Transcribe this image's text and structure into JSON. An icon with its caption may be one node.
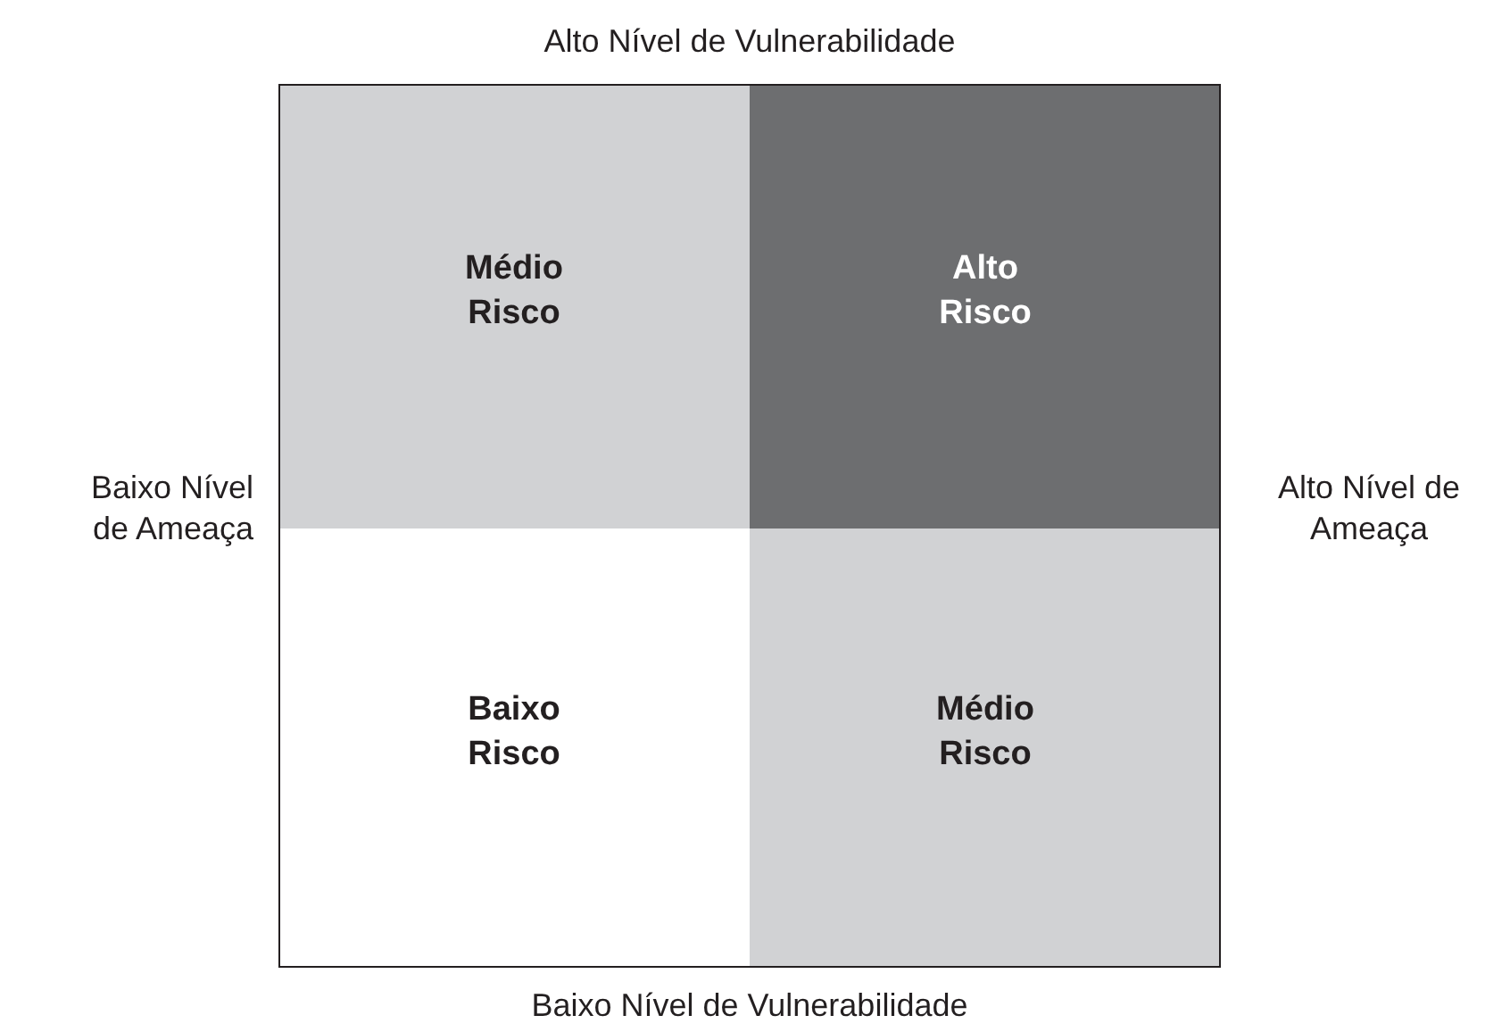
{
  "diagram": {
    "nodes": [
      {
        "text": [
          "Médio Risco"
        ]
      },
      {
        "text": [
          "Alto Risco"
        ]
      },
      {
        "text": [
          "Baixo Risco"
        ]
      },
      {
        "text": [
          "Médio Risco"
        ]
      }
    ],
    "labels": [
      "Alto Nível de Vulnerabilidade",
      "Baixo Nível de Ameaça",
      "Alto Nível de Ameaça",
      "Baixo Nível de Vulnerabilidade"
    ]
  }
}
